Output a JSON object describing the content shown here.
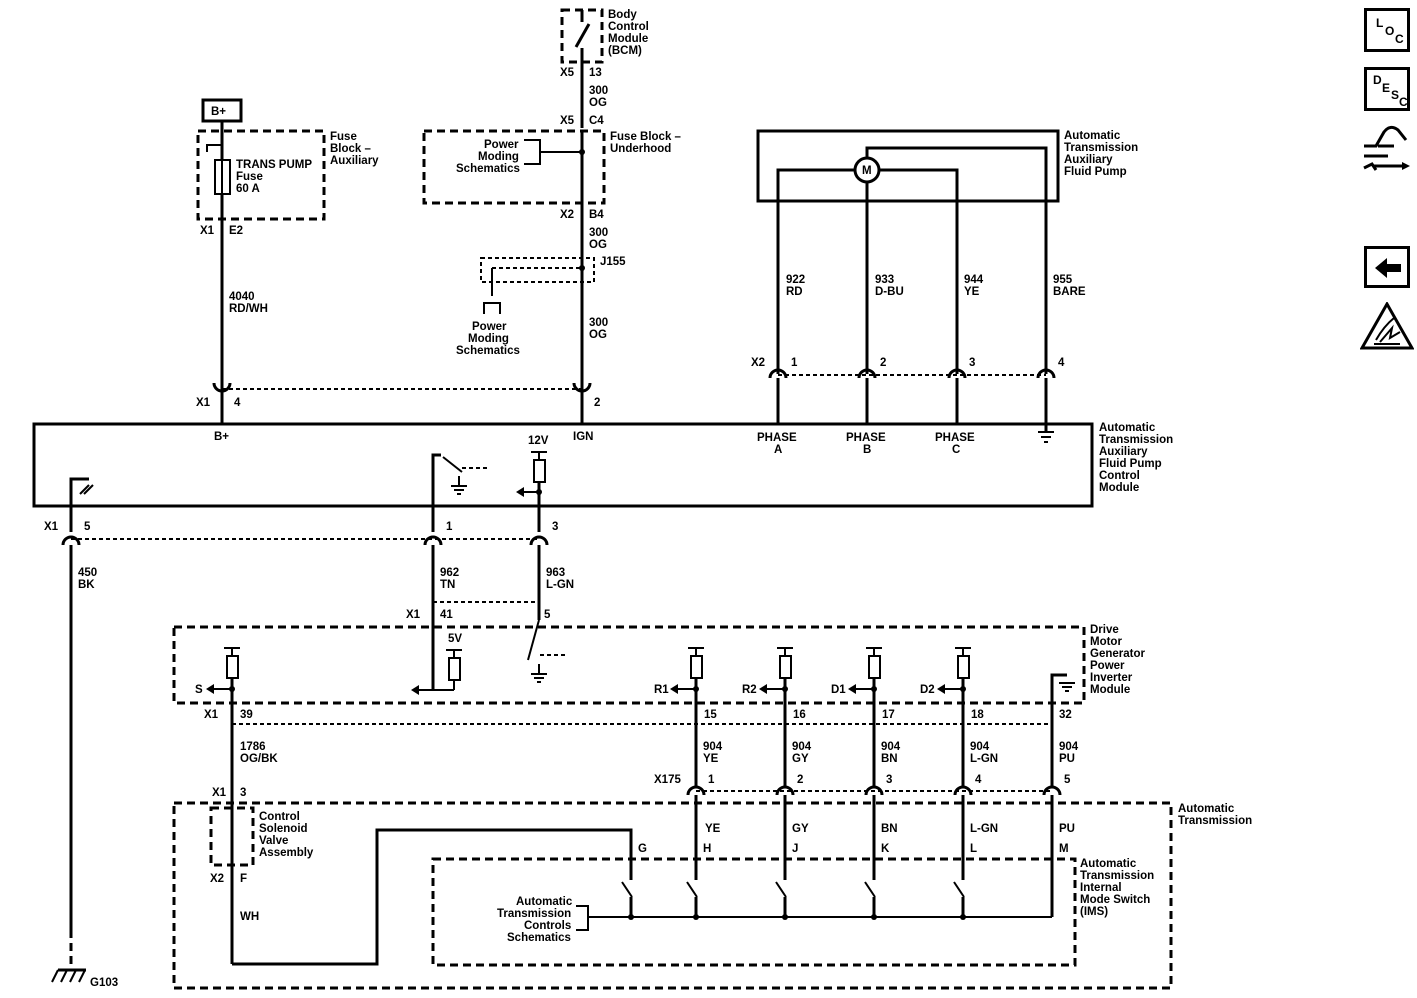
{
  "connectors": {
    "bcm_x5": "X5",
    "bcm_p13": "13",
    "fuse_x5": "X5",
    "fuse_c4": "C4",
    "fuse_x2": "X2",
    "fuse_b4": "B4",
    "aux_x1": "X1",
    "aux_e2": "E2",
    "j155": "J155",
    "mod_x1": "X1",
    "mod_p4": "4",
    "mod_p2": "2",
    "pump_x2": "X2",
    "pump_p1": "1",
    "pump_p2": "2",
    "pump_p3": "3",
    "pump_p4": "4",
    "low_x1": "X1",
    "low_p5": "5",
    "low_p1": "1",
    "low_p3": "3",
    "inl_x1": "X1",
    "inl_p41": "41",
    "inl_p5": "5",
    "inv_x1": "X1",
    "inv_p39": "39",
    "inv_p15": "15",
    "inv_p16": "16",
    "inv_p17": "17",
    "inv_p18": "18",
    "inv_p32": "32",
    "x175": "X175",
    "x175_p1": "1",
    "x175_p2": "2",
    "x175_p3": "3",
    "x175_p4": "4",
    "x175_p5": "5",
    "sol_x1": "X1",
    "sol_p3": "3",
    "sol_x2": "X2",
    "sol_f": "F"
  },
  "wires": {
    "w300a_num": "300",
    "w300a_col": "OG",
    "w300b_num": "300",
    "w300b_col": "OG",
    "w300c_num": "300",
    "w300c_col": "OG",
    "w4040_num": "4040",
    "w4040_col": "RD/WH",
    "w922_num": "922",
    "w922_col": "RD",
    "w933_num": "933",
    "w933_col": "D-BU",
    "w944_num": "944",
    "w944_col": "YE",
    "w955_num": "955",
    "w955_col": "BARE",
    "w450_num": "450",
    "w450_col": "BK",
    "w962_num": "962",
    "w962_col": "TN",
    "w963_num": "963",
    "w963_col": "L-GN",
    "w1786_num": "1786",
    "w1786_col": "OG/BK",
    "w904a_num": "904",
    "w904a_col": "YE",
    "w904b_num": "904",
    "w904b_col": "GY",
    "w904c_num": "904",
    "w904c_col": "BN",
    "w904d_num": "904",
    "w904d_col": "L-GN",
    "w904e_num": "904",
    "w904e_col": "PU",
    "wh": "WH"
  },
  "components": {
    "bcm": [
      "Body",
      "Control",
      "Module",
      "(BCM)"
    ],
    "fuse_aux": [
      "Fuse",
      "Block –",
      "Auxiliary"
    ],
    "fuse_name": [
      "TRANS PUMP",
      "Fuse",
      "60 A"
    ],
    "fuse_under": [
      "Fuse Block –",
      "Underhood"
    ],
    "pm1": [
      "Power",
      "Moding",
      "Schematics"
    ],
    "pm2": [
      "Power",
      "Moding",
      "Schematics"
    ],
    "pump": [
      "Automatic",
      "Transmission",
      "Auxiliary",
      "Fluid Pump"
    ],
    "motor": "M",
    "module": [
      "Automatic",
      "Transmission",
      "Auxiliary",
      "Fluid Pump",
      "Control",
      "Module"
    ],
    "inverter": [
      "Drive",
      "Motor",
      "Generator",
      "Power",
      "Inverter",
      "Module"
    ],
    "trans": [
      "Automatic",
      "Transmission"
    ],
    "solenoid": [
      "Control",
      "Solenoid",
      "Valve",
      "Assembly"
    ],
    "ims": [
      "Automatic",
      "Transmission",
      "Internal",
      "Mode Switch",
      "(IMS)"
    ],
    "atc": [
      "Automatic",
      "Transmission",
      "Controls",
      "Schematics"
    ],
    "ground": "G103",
    "bplus_box": "B+"
  },
  "module_labels": {
    "bplus": "B+",
    "ign": "IGN",
    "v12": "12V",
    "v5": "5V",
    "phase_a1": "PHASE",
    "phase_a2": "A",
    "phase_b1": "PHASE",
    "phase_b2": "B",
    "phase_c1": "PHASE",
    "phase_c2": "C"
  },
  "inverter_signals": {
    "s": "S",
    "r1": "R1",
    "r2": "R2",
    "d1": "D1",
    "d2": "D2"
  },
  "ims_pins": {
    "ye": "YE",
    "gy": "GY",
    "bn": "BN",
    "lgn": "L-GN",
    "pu": "PU",
    "g": "G",
    "h": "H",
    "j": "J",
    "k": "K",
    "l": "L",
    "m": "M"
  },
  "sidebar": {
    "loc": {
      "l": "L",
      "o": "O",
      "c": "C"
    },
    "desc": {
      "d": "D",
      "e": "E",
      "s": "S",
      "c": "C"
    },
    "hand_icon": "hand-pointing-icon",
    "back_icon": "left-arrow-icon",
    "esd_icon": "esd-warning-icon"
  }
}
